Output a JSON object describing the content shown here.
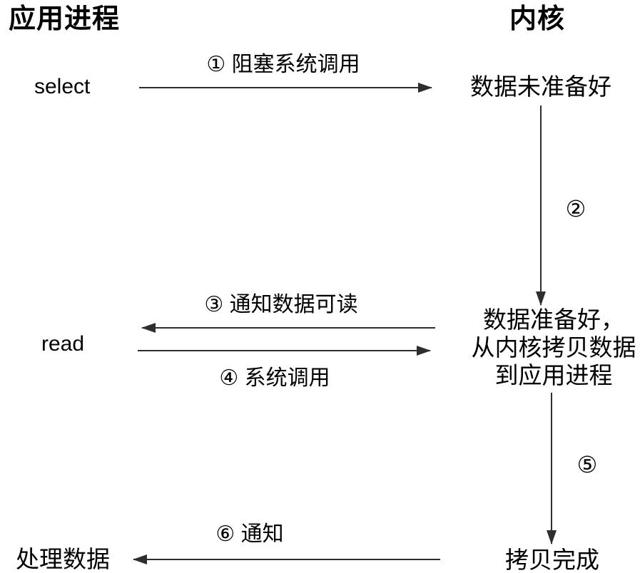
{
  "page": {
    "background": "#ffffff",
    "text_color": "#000000",
    "line_color": "#2e2e2e"
  },
  "headers": {
    "left": "应用进程",
    "right": "内核"
  },
  "nodes": {
    "select": "select",
    "read": "read",
    "data_not_ready": "数据未准备好",
    "data_ready_line1": "数据准备好，",
    "data_ready_line2": "从内核拷贝数据",
    "data_ready_line3": "到应用进程",
    "copy_done": "拷贝完成",
    "process_data": "处理数据"
  },
  "labels": {
    "step1": "① 阻塞系统调用",
    "step2": "②",
    "step3": "③ 通知数据可读",
    "step4": "④ 系统调用",
    "step5": "⑤",
    "step6": "⑥ 通知"
  },
  "arrows": [
    {
      "step": "①",
      "from": "select",
      "to": "数据未准备好",
      "direction": "right",
      "label": "① 阻塞系统调用"
    },
    {
      "step": "②",
      "from": "数据未准备好",
      "to": "数据准备好，从内核拷贝数据到应用进程",
      "direction": "down",
      "label": "②"
    },
    {
      "step": "③",
      "from": "数据准备好，从内核拷贝数据到应用进程",
      "to": "read",
      "direction": "left",
      "label": "③ 通知数据可读"
    },
    {
      "step": "④",
      "from": "read",
      "to": "数据准备好，从内核拷贝数据到应用进程",
      "direction": "right",
      "label": "④ 系统调用"
    },
    {
      "step": "⑤",
      "from": "数据准备好，从内核拷贝数据到应用进程",
      "to": "拷贝完成",
      "direction": "down",
      "label": "⑤"
    },
    {
      "step": "⑥",
      "from": "拷贝完成",
      "to": "处理数据",
      "direction": "left",
      "label": "⑥ 通知"
    }
  ]
}
